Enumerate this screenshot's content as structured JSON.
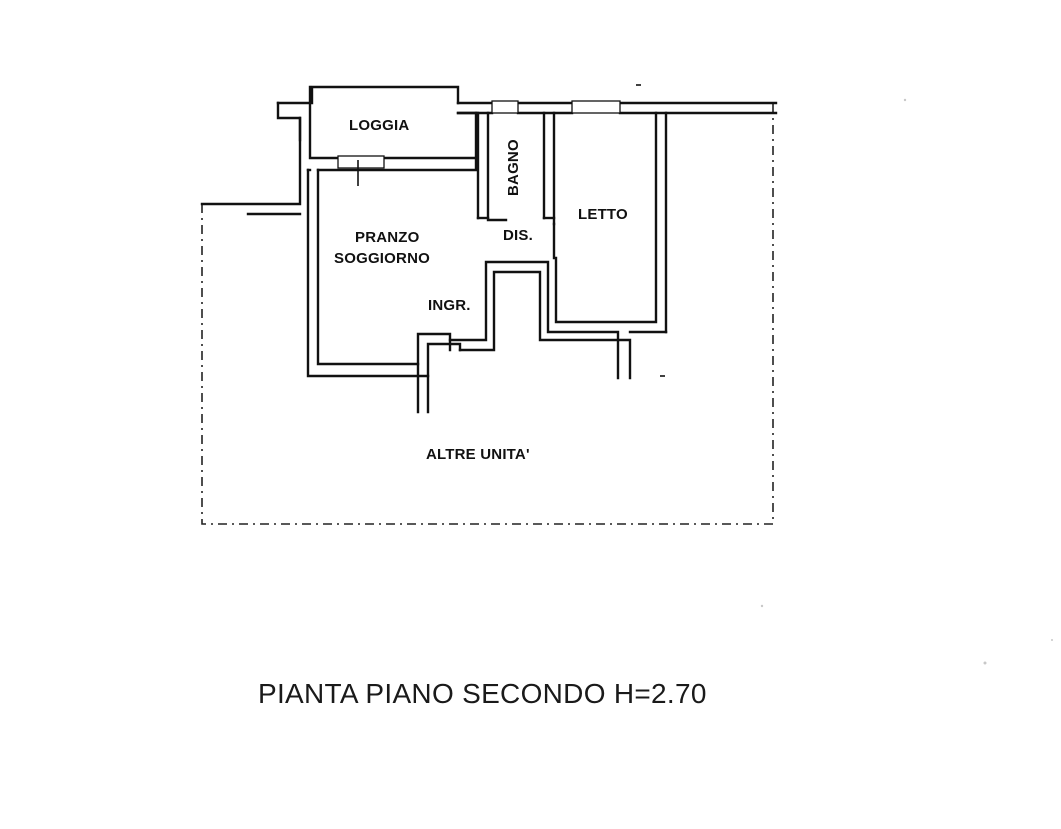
{
  "plan": {
    "title": "PIANTA PIANO SECONDO H=2.70",
    "rooms": {
      "loggia": "LOGGIA",
      "bagno": "BAGNO",
      "letto": "LETTO",
      "dis": "DIS.",
      "pranzo": "PRANZO",
      "soggiorno": "SOGGIORNO",
      "ingr": "INGR.",
      "altre_unita": "ALTRE UNITA'"
    }
  }
}
